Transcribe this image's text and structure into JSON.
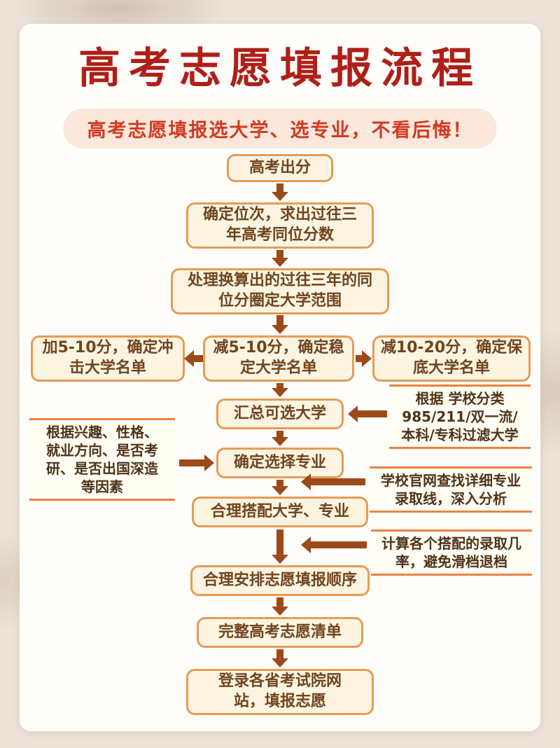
{
  "colors": {
    "page-bg": "#ece2d8",
    "card-bg": "#fffefb",
    "title-color": "#b01f17",
    "subtitle-bg": "#fbe7db",
    "subtitle-text": "#d23a21",
    "box-border": "#e69b55",
    "box-bg": "#fdf5e2",
    "box-text": "#6f441d",
    "note-border": "#e9823f",
    "note-bg": "#fffdf4",
    "note-text": "#4f3318",
    "arrow": "#9c4a1a"
  },
  "header": {
    "title": "高考志愿填报流程",
    "subtitle": "高考志愿填报选大学、选专业，不看后悔！"
  },
  "flow": {
    "score_release": "高考出分",
    "determine_rank": [
      "确定位次，求出过往三",
      "年高考同位分数"
    ],
    "convert_scores": [
      "处理换算出的过往三年的同",
      "位分圈定大学范围"
    ],
    "reach_list": [
      "加5-10分，确定冲",
      "击大学名单"
    ],
    "stable_list": [
      "减5-10分，确定稳",
      "定大学名单"
    ],
    "safety_list": [
      "减10-20分，确定保",
      "底大学名单"
    ],
    "college_pool": "汇总可选大学",
    "choose_major": "确定选择专业",
    "match_combo": "合理搭配大学、专业",
    "order_plan": "合理安排志愿填报顺序",
    "final_list": "完整高考志愿清单",
    "submit": [
      "登录各省考试院网",
      "站，填报志愿"
    ]
  },
  "notes": {
    "school_filter": [
      "根据 学校分类",
      "985/211/双一流/",
      "本科/专科过滤大学"
    ],
    "major_factors": [
      "根据兴趣、性格、",
      "就业方向、是否考",
      "研、是否出国深造",
      "等因素"
    ],
    "official_site": [
      "学校官网查找详细专业",
      "录取线，深入分析"
    ],
    "admission_rate": [
      "计算各个搭配的录取几",
      "率，避免滑档退档"
    ]
  }
}
